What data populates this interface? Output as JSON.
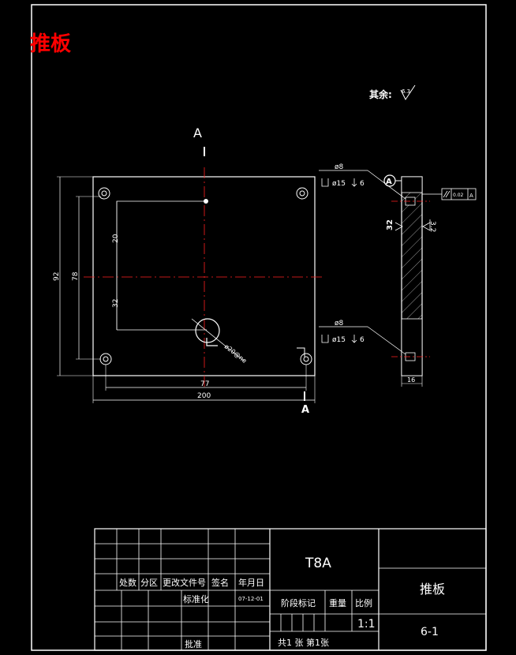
{
  "title": "推板",
  "surface_note": {
    "label": "其余:",
    "value": "6.3"
  },
  "section_marker": "A",
  "datum_label": "A",
  "dims": {
    "width_total": "200",
    "hole_spacing_x": "77",
    "height_total": "92",
    "hole_spacing_y": "78",
    "upper_offset": "20",
    "lower_offset": "32",
    "center_hole": "ø20@ne",
    "thickness": "16",
    "side_height": "32",
    "roughness_side": "3.2"
  },
  "hole_callouts": {
    "top": {
      "dia": "ø8",
      "cbore": "ø15",
      "depth": "6"
    },
    "bottom": {
      "dia": "ø8",
      "cbore": "ø15",
      "depth": "6"
    }
  },
  "tolerance": {
    "value": "0.02",
    "datum": "A"
  },
  "title_block": {
    "material": "T8A",
    "part_name": "推板",
    "drawing_no": "6-1",
    "headers": [
      "处数",
      "分区",
      "更改文件号",
      "签名",
      "年月日"
    ],
    "standardization": "标准化",
    "date": "07-12-01",
    "approve": "批准",
    "stage_mark": "阶段标记",
    "weight": "重量",
    "scale_label": "比例",
    "scale_value": "1:1",
    "sheets": "共1 张 第1张"
  }
}
